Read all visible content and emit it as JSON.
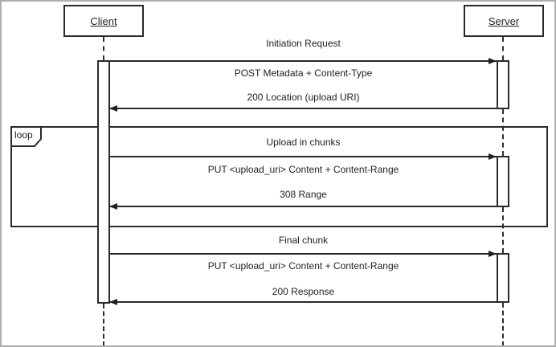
{
  "diagram": {
    "type": "sequence-diagram",
    "actors": [
      {
        "name": "Client"
      },
      {
        "name": "Server"
      }
    ],
    "loop_fragment": {
      "label": "loop"
    },
    "sections": [
      {
        "title": "Initiation Request",
        "request": "POST Metadata + Content-Type",
        "response": "200 Location (upload URI)",
        "in_loop": false
      },
      {
        "title": "Upload in chunks",
        "request": "PUT <upload_uri> Content + Content-Range",
        "response": "308 Range",
        "in_loop": true
      },
      {
        "title": "Final chunk",
        "request": "PUT <upload_uri> Content + Content-Range",
        "response": "200 Response",
        "in_loop": false
      }
    ],
    "colors": {
      "line": "#2a2a2a",
      "text": "#1f1f1f",
      "frame_border": "#aeaeae",
      "background": "#ffffff"
    }
  }
}
